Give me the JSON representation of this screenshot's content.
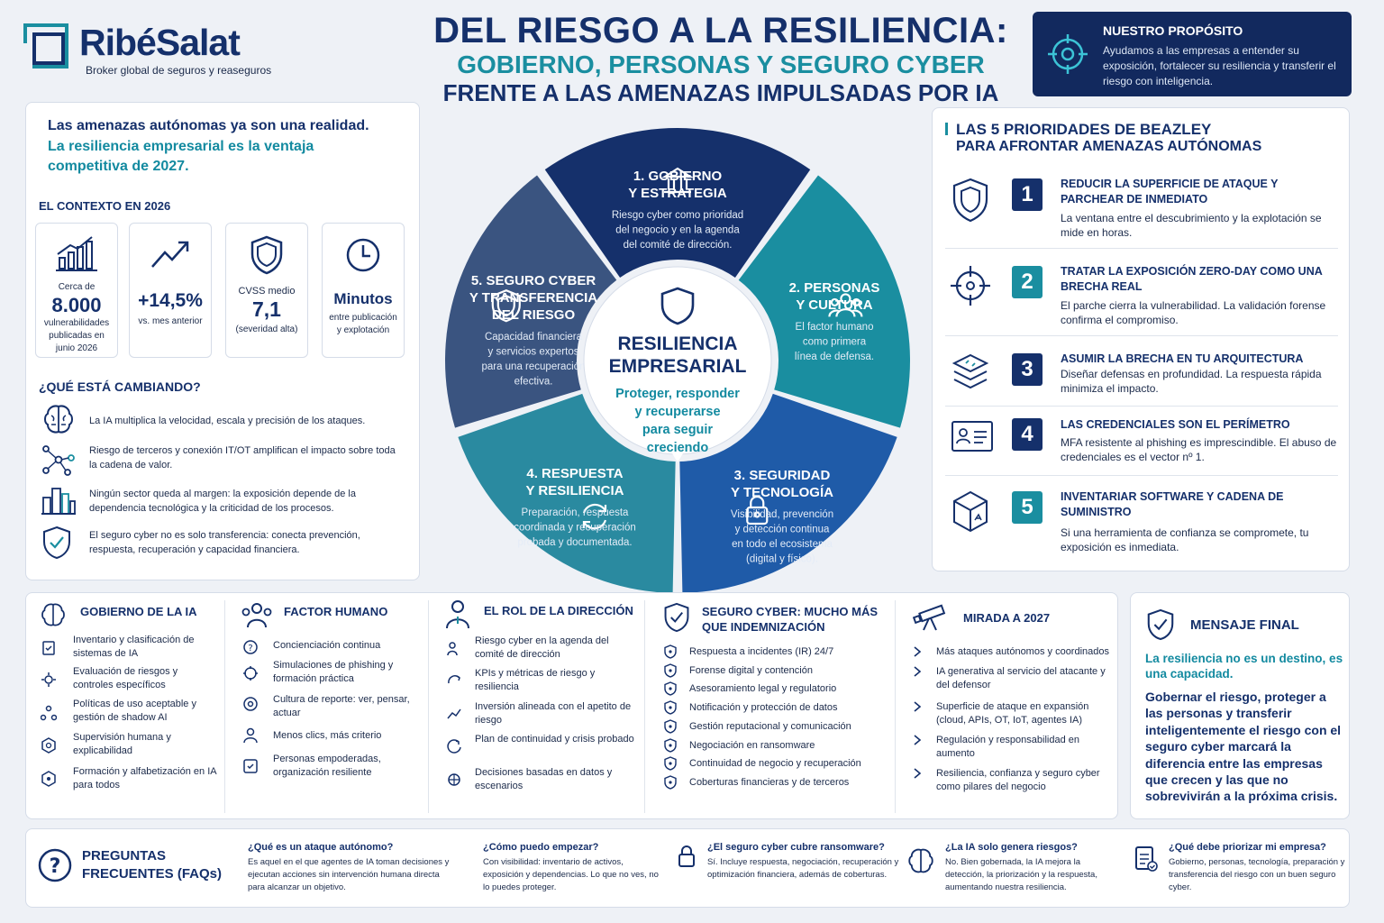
{
  "brand": {
    "name": "RibéSalat",
    "tagline": "Broker global de seguros y reaseguros"
  },
  "title": {
    "line1": "DEL RIESGO A LA RESILIENCIA:",
    "line2": "GOBIERNO, PERSONAS Y SEGURO CYBER",
    "line3": "FRENTE A LAS AMENAZAS IMPULSADAS POR IA"
  },
  "purpose": {
    "heading": "NUESTRO PROPÓSITO",
    "text": "Ayudamos a las empresas a entender su exposición, fortalecer su resiliencia y transferir el riesgo con inteligencia."
  },
  "left": {
    "lead1": "Las amenazas autónomas ya son una realidad.",
    "lead2": "La resiliencia empresarial es la ventaja competitiva de 2027.",
    "context_heading": "EL CONTEXTO EN 2026",
    "stats": [
      {
        "pre": "Cerca de",
        "value": "8.000",
        "post": "vulnerabilidades publicadas en junio 2026"
      },
      {
        "pre": "",
        "value": "+14,5%",
        "post": "vs. mes anterior"
      },
      {
        "pre": "CVSS medio",
        "value": "7,1",
        "post": "(severidad alta)"
      },
      {
        "pre": "",
        "value": "Minutos",
        "post": "entre publicación y explotación"
      }
    ],
    "changing_heading": "¿QUÉ ESTÁ CAMBIANDO?",
    "changes": [
      "La IA multiplica la velocidad, escala y precisión de los ataques.",
      "Riesgo de terceros y conexión IT/OT amplifican el impacto sobre toda la cadena de valor.",
      "Ningún sector queda al margen: la exposición depende de la dependencia tecnológica y la criticidad de los procesos.",
      "El seguro cyber no es solo transferencia: conecta prevención, respuesta, recuperación y capacidad financiera."
    ]
  },
  "wheel": {
    "center_title1": "RESILIENCIA",
    "center_title2": "EMPRESARIAL",
    "center_sub": [
      "Proteger, responder",
      "y recuperarse",
      "para seguir",
      "creciendo"
    ],
    "segments": [
      {
        "title": [
          "1. GOBIERNO",
          "Y ESTRATEGIA"
        ],
        "text": [
          "Riesgo cyber como prioridad",
          "del negocio y en la agenda",
          "del comité de dirección."
        ],
        "color": "#15306b"
      },
      {
        "title": [
          "2. PERSONAS",
          "Y CULTURA"
        ],
        "text": [
          "El factor humano",
          "como primera",
          "línea de defensa."
        ],
        "color": "#1a8ea0"
      },
      {
        "title": [
          "3. SEGURIDAD",
          "Y TECNOLOGÍA"
        ],
        "text": [
          "Visibilidad, prevención",
          "y detección continua",
          "en todo el ecosistema",
          "(digital y físico)."
        ],
        "color": "#1f5ba8"
      },
      {
        "title": [
          "4. RESPUESTA",
          "Y RESILIENCIA"
        ],
        "text": [
          "Preparación, respuesta",
          "coordinada y recuperación",
          "probada y documentada."
        ],
        "color": "#2a8aa0"
      },
      {
        "title": [
          "5. SEGURO CYBER",
          "Y TRANSFERENCIA",
          "DEL RIESGO"
        ],
        "text": [
          "Capacidad financiera",
          "y servicios expertos",
          "para una recuperación",
          "efectiva."
        ],
        "color": "#3a5480"
      }
    ]
  },
  "priorities": {
    "heading1": "LAS 5 PRIORIDADES DE BEAZLEY",
    "heading2": "PARA AFRONTAR AMENAZAS AUTÓNOMAS",
    "items": [
      {
        "num": "1",
        "title": "REDUCIR LA SUPERFICIE DE ATAQUE Y PARCHEAR DE INMEDIATO",
        "text": "La ventana entre el descubrimiento y la explotación se mide en horas."
      },
      {
        "num": "2",
        "title": "TRATAR LA EXPOSICIÓN ZERO-DAY COMO UNA BRECHA REAL",
        "text": "El parche cierra la vulnerabilidad. La validación forense confirma el compromiso."
      },
      {
        "num": "3",
        "title": "ASUMIR LA BRECHA EN TU ARQUITECTURA",
        "text": "Diseñar defensas en profundidad. La respuesta rápida minimiza el impacto."
      },
      {
        "num": "4",
        "title": "LAS CREDENCIALES SON EL PERÍMETRO",
        "text": "MFA resistente al phishing es imprescindible. El abuso de credenciales es el vector nº 1."
      },
      {
        "num": "5",
        "title": "INVENTARIAR SOFTWARE Y CADENA DE SUMINISTRO",
        "text": "Si una herramienta de confianza se compromete, tu exposición es inmediata."
      }
    ]
  },
  "columns": [
    {
      "heading": "GOBIERNO DE LA IA",
      "items": [
        "Inventario y clasificación de sistemas de IA",
        "Evaluación de riesgos y controles específicos",
        "Políticas de uso aceptable y gestión de shadow AI",
        "Supervisión humana y explicabilidad",
        "Formación y alfabetización en IA para todos"
      ]
    },
    {
      "heading": "FACTOR HUMANO",
      "items": [
        "Concienciación continua",
        "Simulaciones de phishing y formación práctica",
        "Cultura de reporte: ver, pensar, actuar",
        "Menos clics, más criterio",
        "Personas empoderadas, organización resiliente"
      ]
    },
    {
      "heading": "EL ROL DE LA DIRECCIÓN",
      "items": [
        "Riesgo cyber en la agenda del comité de dirección",
        "KPIs y métricas de riesgo y resiliencia",
        "Inversión alineada con el apetito de riesgo",
        "Plan de continuidad y crisis probado",
        "Decisiones basadas en datos y escenarios"
      ]
    },
    {
      "heading": "SEGURO CYBER: MUCHO MÁS QUE INDEMNIZACIÓN",
      "items": [
        "Respuesta a incidentes (IR) 24/7",
        "Forense digital y contención",
        "Asesoramiento legal y regulatorio",
        "Notificación y protección de datos",
        "Gestión reputacional y comunicación",
        "Negociación en ransomware",
        "Continuidad de negocio y recuperación",
        "Coberturas financieras y de terceros"
      ]
    },
    {
      "heading": "MIRADA A 2027",
      "items": [
        "Más ataques autónomos y coordinados",
        "IA generativa al servicio del atacante y del defensor",
        "Superficie de ataque en expansión (cloud, APIs, OT, IoT, agentes IA)",
        "Regulación y responsabilidad en aumento",
        "Resiliencia, confianza y seguro cyber como pilares del negocio"
      ]
    }
  ],
  "final": {
    "heading": "MENSAJE FINAL",
    "teal": "La resiliencia no es un destino, es una capacidad.",
    "body": "Gobernar el riesgo, proteger a las personas y transferir inteligentemente el riesgo con el seguro cyber marcará la diferencia entre las empresas que crecen y las que no sobrevivirán a la próxima crisis."
  },
  "faq": {
    "heading1": "PREGUNTAS",
    "heading2": "FRECUENTES (FAQs)",
    "items": [
      {
        "q": "¿Qué es un ataque autónomo?",
        "a": "Es aquel en el que agentes de IA toman decisiones y ejecutan acciones sin intervención humana directa para alcanzar un objetivo."
      },
      {
        "q": "¿Cómo puedo empezar?",
        "a": "Con visibilidad: inventario de activos, exposición y dependencias. Lo que no ves, no lo puedes proteger."
      },
      {
        "q": "¿El seguro cyber cubre ransomware?",
        "a": "Sí. Incluye respuesta, negociación, recuperación y optimización financiera, además de coberturas."
      },
      {
        "q": "¿La IA solo genera riesgos?",
        "a": "No. Bien gobernada, la IA mejora la detección, la priorización y la respuesta, aumentando nuestra resiliencia."
      },
      {
        "q": "¿Qué debe priorizar mi empresa?",
        "a": "Gobierno, personas, tecnología, preparación y transferencia del riesgo con un buen seguro cyber."
      }
    ]
  },
  "colors": {
    "navy": "#15306b",
    "teal": "#1a8ea0",
    "background": "#eef1f6"
  }
}
